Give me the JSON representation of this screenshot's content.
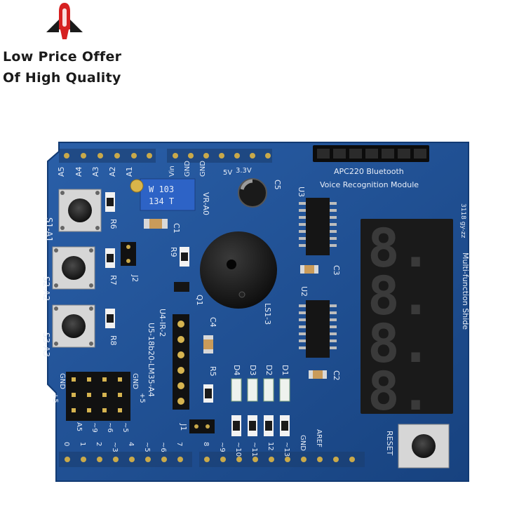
{
  "brand": {
    "line1": "Low Price Offer",
    "line2": "Of High Quality",
    "logo_icon": "red-rocket-icon",
    "accent_color": "#d62020"
  },
  "board": {
    "color": "#1d4f96",
    "module_title": "APC220 Bluetooth",
    "module_subtitle": "Voice Recognition Module",
    "side_label": "Multi-function Shide",
    "version_label": "3118 gy-zz",
    "top_analog_pins": [
      "A5",
      "A4",
      "A3",
      "A2",
      "A1"
    ],
    "top_power_pins": [
      "Vin",
      "GND",
      "GND",
      "5V",
      "3.3V"
    ],
    "buttons": [
      {
        "name": "S1-A1",
        "resistor": "R6"
      },
      {
        "name": "S2-A2",
        "resistor": "R7"
      },
      {
        "name": "S3-A3",
        "resistor": "R8"
      }
    ],
    "pot_label": "VR-A0",
    "pot_value_line1": "W 103",
    "pot_value_line2": "134 T",
    "cap_labels": [
      "C1",
      "C2",
      "C3",
      "C4",
      "C5"
    ],
    "ic_labels": [
      "U3",
      "U2"
    ],
    "jumpers": [
      "J1",
      "J2"
    ],
    "transistor": "Q1",
    "buzzer": "LS1-3",
    "resistors_mid": [
      "R9",
      "R5"
    ],
    "sensor_labels": [
      "U4-IR-2",
      "U5-18b20-LM35-A4"
    ],
    "leds": [
      "D4",
      "D3",
      "D2",
      "D1"
    ],
    "display_digits": [
      "8.",
      "8.",
      "8.",
      "8."
    ],
    "servo_header_labels": [
      "GND",
      "+5",
      "GND",
      "+5"
    ],
    "servo_pin_labels": [
      "A5",
      "~9",
      "~6",
      "~5"
    ],
    "digital_pins": [
      "0",
      "1",
      "2",
      "~3",
      "4",
      "~5",
      "~6",
      "7",
      "8",
      "~9",
      "~10",
      "~11",
      "12",
      "~13",
      "GND",
      "AREF"
    ],
    "reset_label": "RESET"
  }
}
